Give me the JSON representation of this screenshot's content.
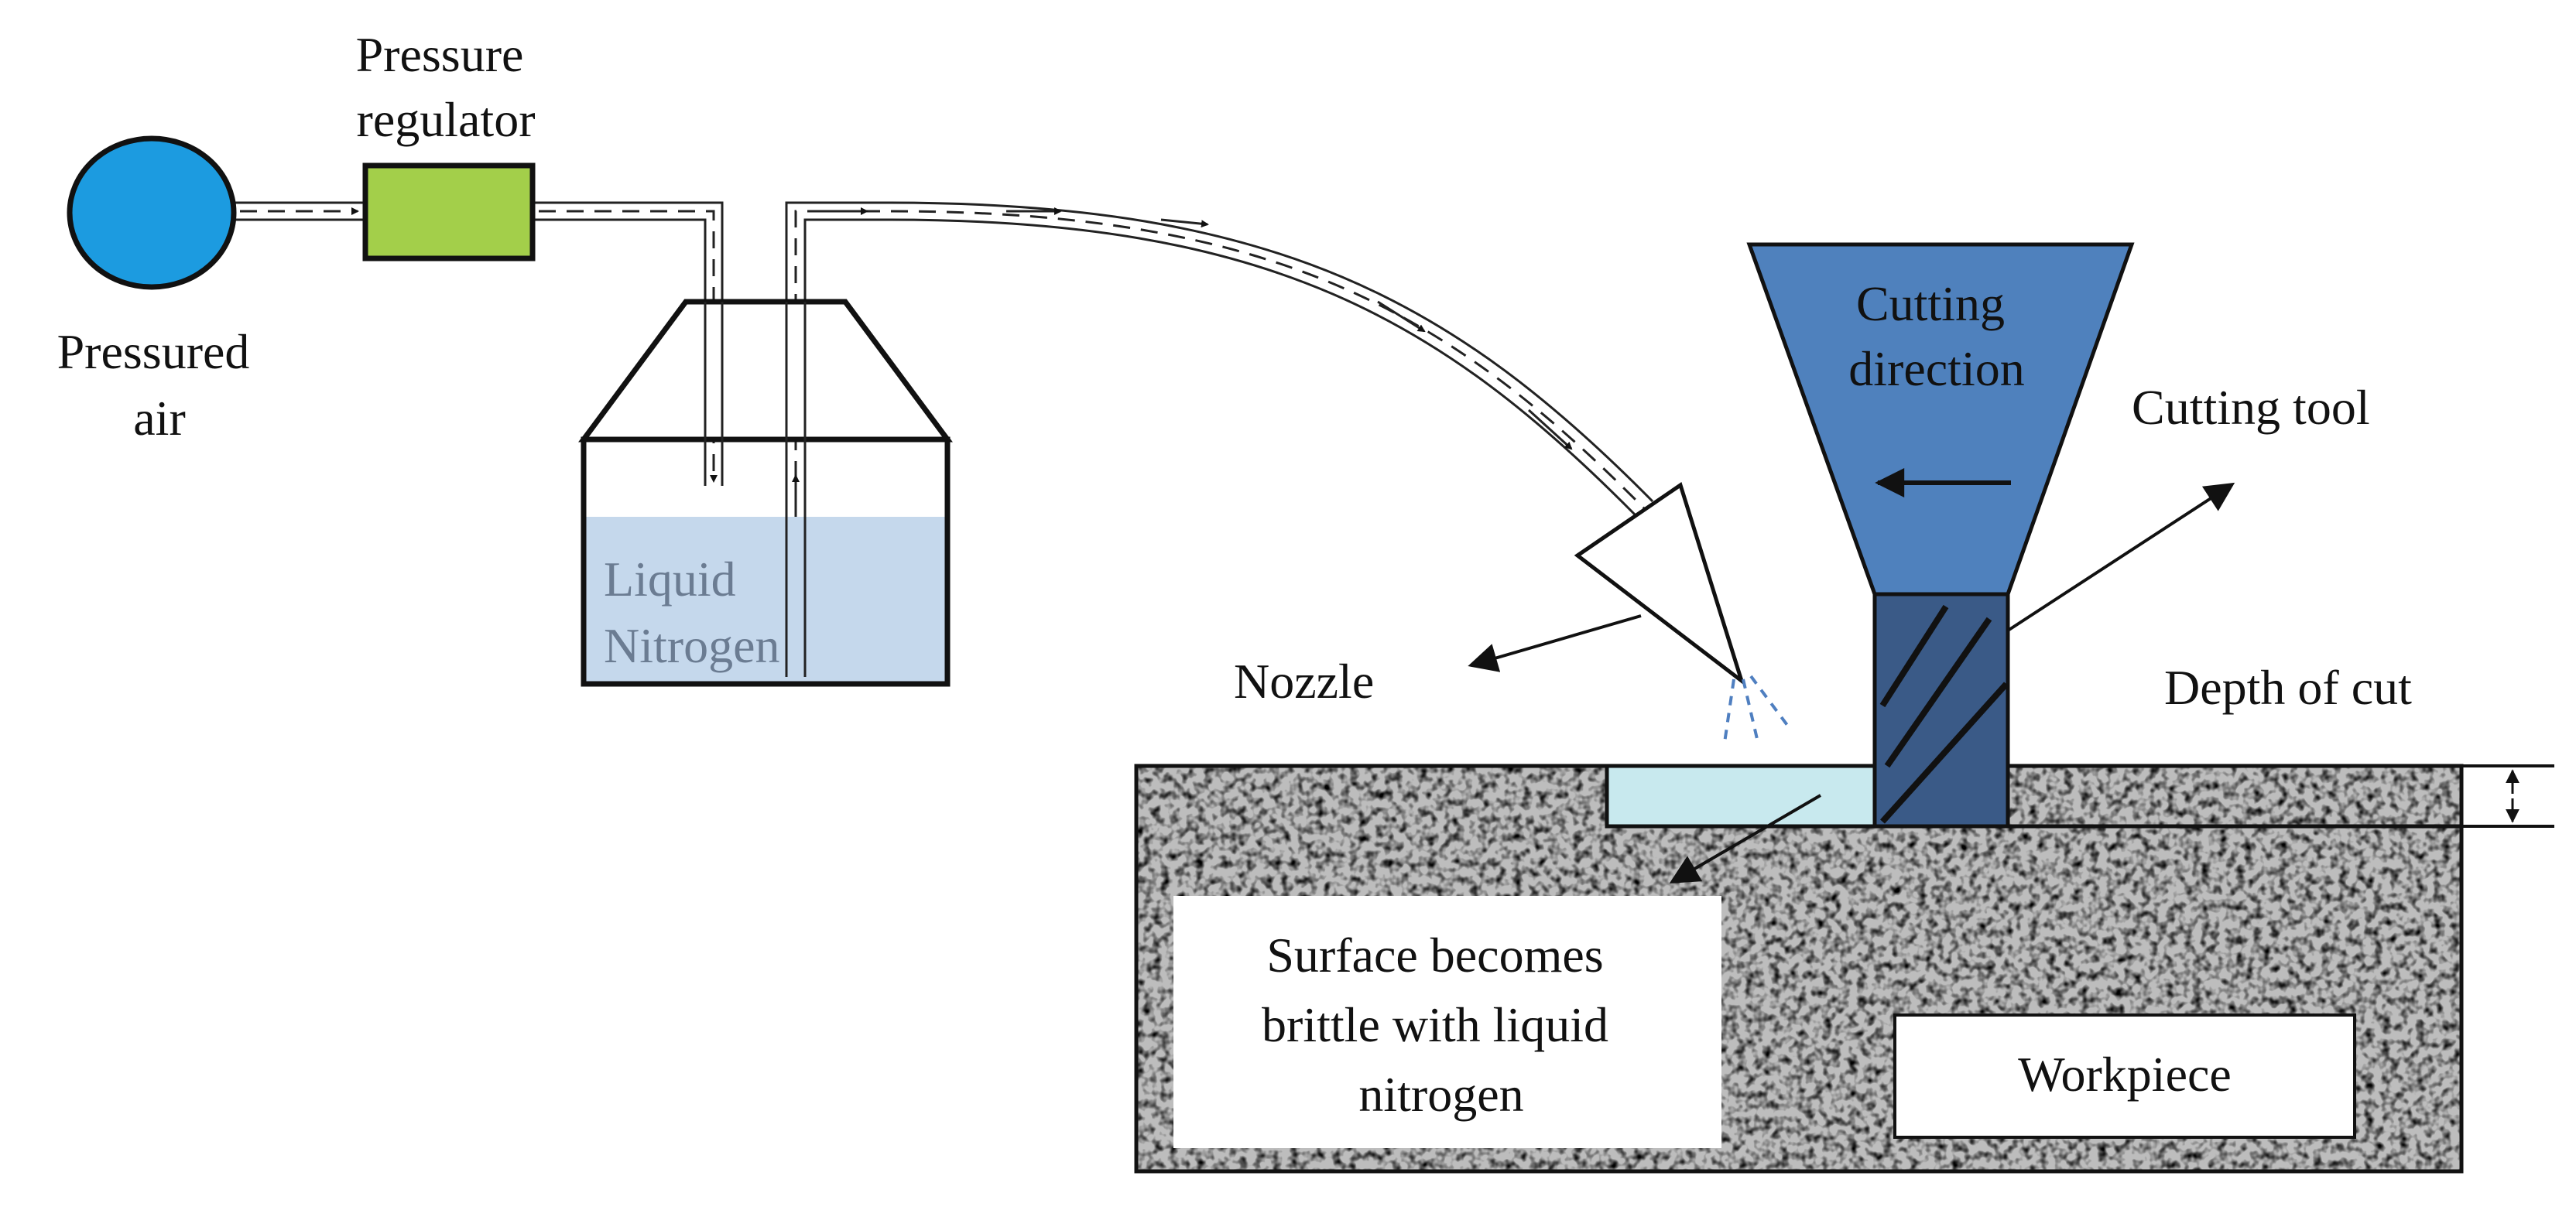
{
  "labels": {
    "pressure_regulator": [
      "Pressure",
      "regulator"
    ],
    "pressured_air": [
      "Pressured",
      "air"
    ],
    "liquid_nitrogen": [
      "Liquid",
      "Nitrogen"
    ],
    "cutting_direction": [
      "Cutting",
      "direction"
    ],
    "cutting_tool": "Cutting tool",
    "nozzle": "Nozzle",
    "depth_of_cut": "Depth of cut",
    "surface_note": [
      "Surface becomes",
      "brittle with liquid",
      "nitrogen"
    ],
    "workpiece": "Workpiece"
  },
  "colors": {
    "air_tank": "#1c9be0",
    "regulator": "#a3cf4a",
    "liquid_nitrogen": "#c5d8ec",
    "tool_upper": "#4f81bd",
    "tool_shank": "#3a5a87",
    "brittle_layer": "#c8e9ee",
    "workpiece_base": "#bdbdbd"
  }
}
